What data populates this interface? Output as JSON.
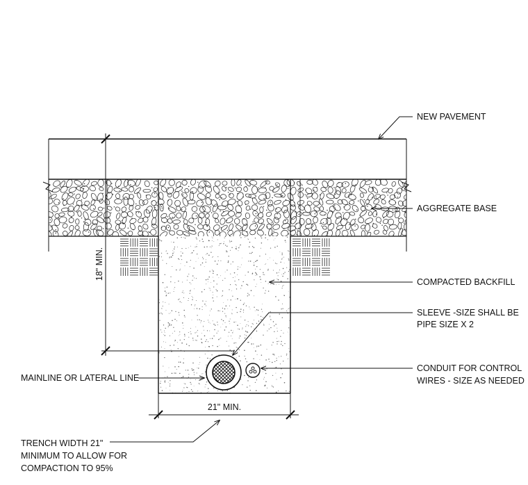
{
  "labels": {
    "new_pavement": "NEW PAVEMENT",
    "aggregate_base": "AGGREGATE BASE",
    "compacted_backfill": "COMPACTED BACKFILL",
    "sleeve_line1": "SLEEVE -SIZE SHALL BE",
    "sleeve_line2": "PIPE SIZE X 2",
    "conduit_line1": "CONDUIT FOR CONTROL",
    "conduit_line2": "WIRES - SIZE AS NEEDED",
    "mainline": "MAINLINE OR LATERAL LINE",
    "depth_dim": "18\" MIN.",
    "width_dim": "21\" MIN.",
    "trench_line1": "TRENCH WIDTH 21\"",
    "trench_line2": "MINIMUM TO ALLOW FOR",
    "trench_line3": "COMPACTION TO 95%"
  },
  "colors": {
    "ink": "#111111",
    "background": "#ffffff"
  }
}
